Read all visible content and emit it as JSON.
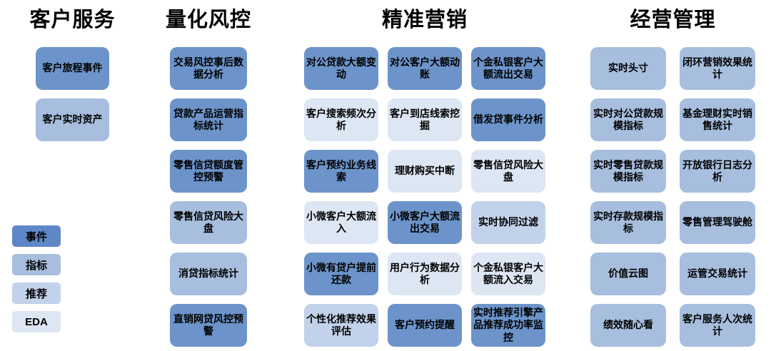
{
  "colors": {
    "event": "#6c94ca",
    "indicator": "#a7bede",
    "recommend": "#c2d2ea",
    "eda": "#dde6f3",
    "legend_event": "#5d88c5",
    "text": "#000000",
    "background": "#ffffff"
  },
  "legend": {
    "items": [
      {
        "label": "事件",
        "type": "legend_event"
      },
      {
        "label": "指标",
        "type": "indicator"
      },
      {
        "label": "推荐",
        "type": "recommend"
      },
      {
        "label": "EDA",
        "type": "eda"
      }
    ]
  },
  "columns": [
    {
      "title": "客户服务",
      "items": [
        {
          "label": "客户旅程事件",
          "type": "event"
        },
        {
          "label": "客户实时资产",
          "type": "indicator"
        }
      ]
    },
    {
      "title": "量化风控",
      "items": [
        {
          "label": "交易风控事后数据分析",
          "type": "event"
        },
        {
          "label": "贷款产品运营指标统计",
          "type": "event"
        },
        {
          "label": "零售信贷额度管控预警",
          "type": "event"
        },
        {
          "label": "零售信贷风险大盘",
          "type": "indicator"
        },
        {
          "label": "消贷指标统计",
          "type": "indicator"
        },
        {
          "label": "直销网贷风控预警",
          "type": "event"
        }
      ]
    },
    {
      "title": "精准营销",
      "items": [
        {
          "label": "对公贷款大额变动",
          "type": "event"
        },
        {
          "label": "对公客户大额动账",
          "type": "event"
        },
        {
          "label": "个金私银客户大额流出交易",
          "type": "event"
        },
        {
          "label": "客户搜索频次分析",
          "type": "eda"
        },
        {
          "label": "客户到店线索挖掘",
          "type": "eda"
        },
        {
          "label": "借发贷事件分析",
          "type": "event"
        },
        {
          "label": "客户预约业务线索",
          "type": "event"
        },
        {
          "label": "理财购买中断",
          "type": "eda"
        },
        {
          "label": "零售信贷风险大盘",
          "type": "eda"
        },
        {
          "label": "小微客户大额流入",
          "type": "eda"
        },
        {
          "label": "小微客户大额流出交易",
          "type": "event"
        },
        {
          "label": "实时协同过滤",
          "type": "recommend"
        },
        {
          "label": "小微有贷户提前还款",
          "type": "event"
        },
        {
          "label": "用户行为数据分析",
          "type": "eda"
        },
        {
          "label": "个金私银客户大额流入交易",
          "type": "eda"
        },
        {
          "label": "个性化推荐效果评估",
          "type": "recommend"
        },
        {
          "label": "客户预约提醒",
          "type": "event"
        },
        {
          "label": "实时推荐引擎产品推荐成功率监控",
          "type": "event"
        }
      ]
    },
    {
      "title": "经营管理",
      "items": [
        {
          "label": "实时头寸",
          "type": "indicator"
        },
        {
          "label": "闭环营销效果统计",
          "type": "indicator"
        },
        {
          "label": "实时对公贷款规模指标",
          "type": "indicator"
        },
        {
          "label": "基金理财实时销售统计",
          "type": "indicator"
        },
        {
          "label": "实时零售贷款规模指标",
          "type": "indicator"
        },
        {
          "label": "开放银行日志分析",
          "type": "indicator"
        },
        {
          "label": "实时存款规模指标",
          "type": "indicator"
        },
        {
          "label": "零售管理驾驶舱",
          "type": "indicator"
        },
        {
          "label": "价值云图",
          "type": "indicator"
        },
        {
          "label": "运管交易统计",
          "type": "indicator"
        },
        {
          "label": "绩效随心看",
          "type": "indicator"
        },
        {
          "label": "客户服务人次统计",
          "type": "indicator"
        }
      ]
    }
  ]
}
